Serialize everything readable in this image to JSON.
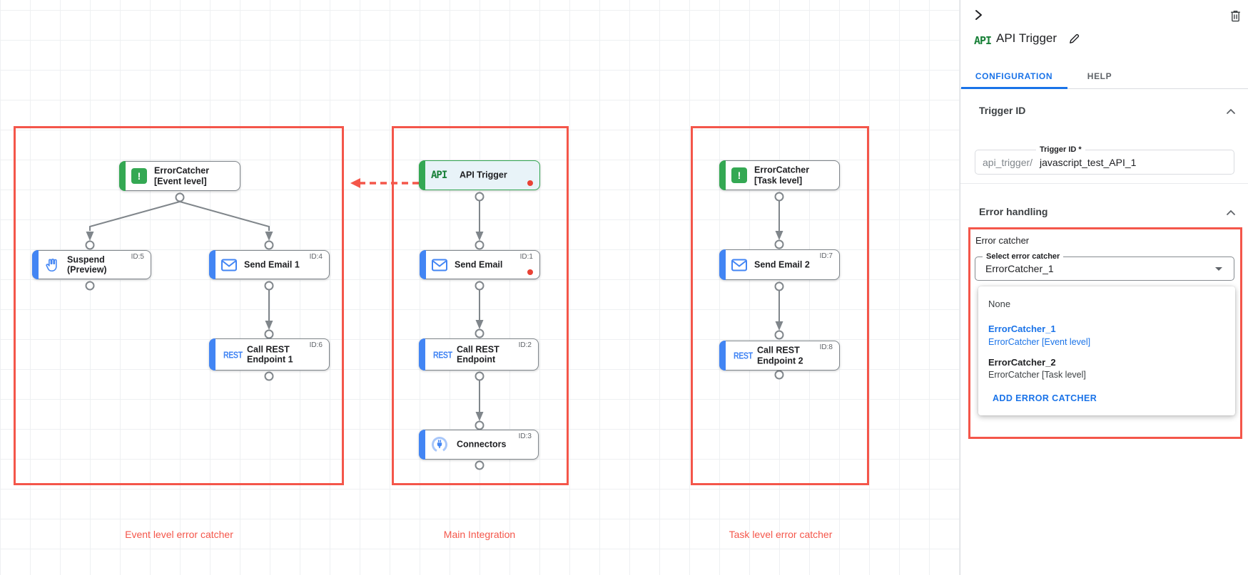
{
  "colors": {
    "accent_red": "#f4564a",
    "link_blue": "#1a73e8",
    "task_blue": "#4285f4",
    "green": "#34a853"
  },
  "icons": {
    "api_label": "API",
    "rest_label": "REST",
    "error_badge": "!"
  },
  "canvas": {
    "groups": [
      {
        "label": "Event level error catcher",
        "nodes": {
          "ec": {
            "title": "ErrorCatcher\n[Event level]"
          },
          "suspend": {
            "title": "Suspend\n(Preview)",
            "id": "ID:5"
          },
          "email": {
            "title": "Send Email 1",
            "id": "ID:4"
          },
          "rest": {
            "title": "Call REST\nEndpoint 1",
            "id": "ID:6"
          }
        }
      },
      {
        "label": "Main Integration",
        "nodes": {
          "api": {
            "title": "API Trigger"
          },
          "email": {
            "title": "Send Email",
            "id": "ID:1"
          },
          "rest": {
            "title": "Call REST\nEndpoint",
            "id": "ID:2"
          },
          "connectors": {
            "title": "Connectors",
            "id": "ID:3"
          }
        }
      },
      {
        "label": "Task level error catcher",
        "nodes": {
          "ec": {
            "title": "ErrorCatcher\n[Task level]"
          },
          "email": {
            "title": "Send Email 2",
            "id": "ID:7"
          },
          "rest": {
            "title": "Call REST\nEndpoint 2",
            "id": "ID:8"
          }
        }
      }
    ]
  },
  "panel": {
    "title": "API Trigger",
    "tabs": [
      {
        "label": "CONFIGURATION"
      },
      {
        "label": "HELP"
      }
    ],
    "trigger_id_section": {
      "title": "Trigger ID",
      "field_label": "Trigger ID *",
      "prefix": "api_trigger/",
      "value": "javascript_test_API_1"
    },
    "error_handling_section": {
      "title": "Error handling",
      "error_catcher_label": "Error catcher",
      "select_label": "Select error catcher",
      "select_value": "ErrorCatcher_1",
      "dropdown": {
        "options": [
          {
            "title": "None",
            "subtitle": ""
          },
          {
            "title": "ErrorCatcher_1",
            "subtitle": "ErrorCatcher [Event level]"
          },
          {
            "title": "ErrorCatcher_2",
            "subtitle": "ErrorCatcher [Task level]"
          }
        ],
        "add_label": "ADD ERROR CATCHER"
      }
    }
  }
}
